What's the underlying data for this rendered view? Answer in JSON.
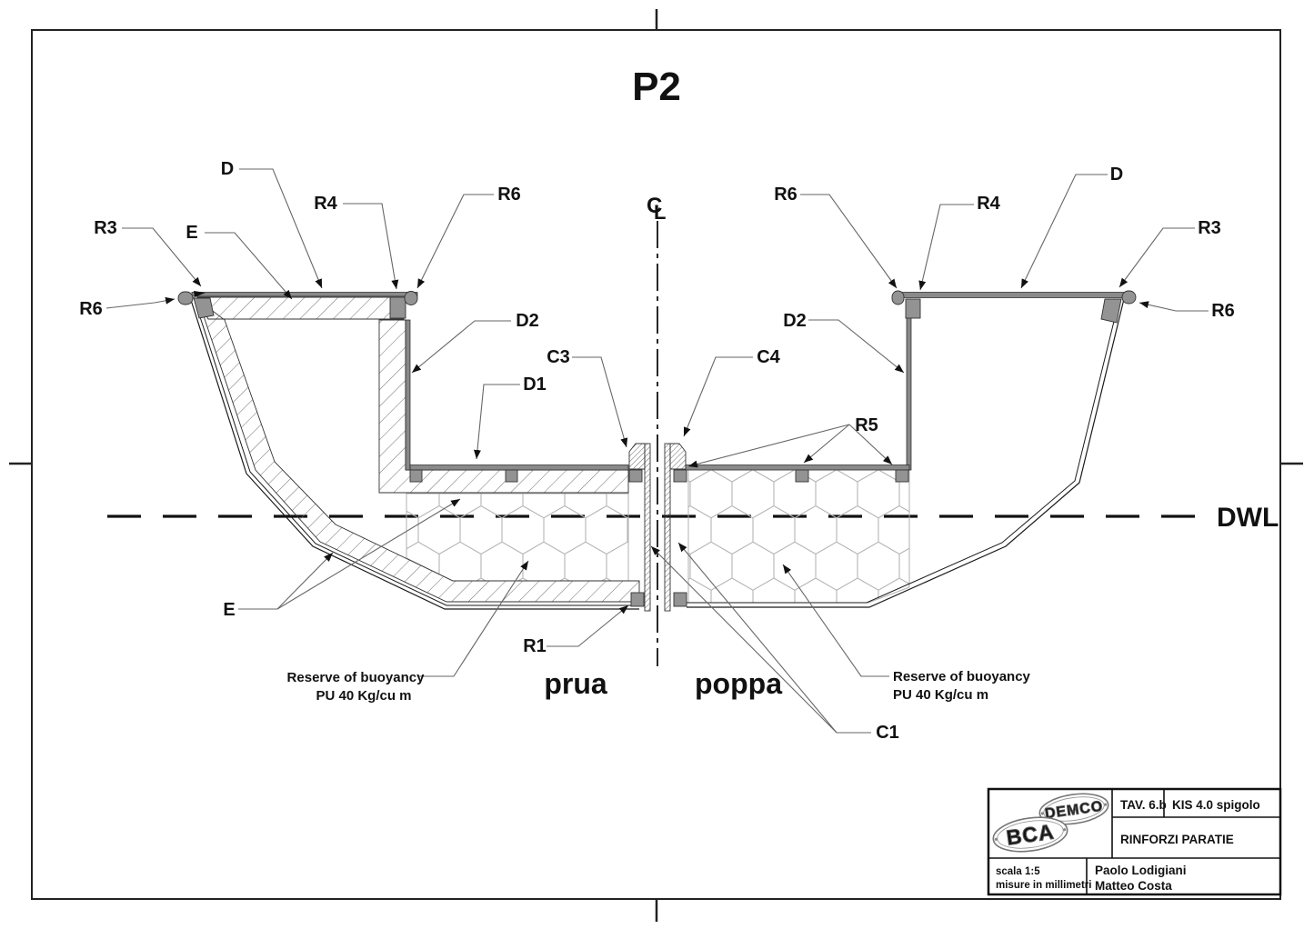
{
  "page": {
    "title": "P2"
  },
  "drawing": {
    "waterline_label": "DWL",
    "centerline": {
      "c": "C",
      "l": "L"
    },
    "left_section_label": "prua",
    "right_section_label": "poppa",
    "buoyancy_note_left": {
      "line1": "Reserve of buoyancy",
      "line2": "PU 40 Kg/cu m"
    },
    "buoyancy_note_right": {
      "line1": "Reserve of buoyancy",
      "line2": "PU 40 Kg/cu m"
    },
    "callouts": {
      "d_left": "D",
      "r4_left": "R4",
      "r6_top_left": "R6",
      "r3_left": "R3",
      "e_top": "E",
      "r6_far_left": "R6",
      "d2_left": "D2",
      "d1": "D1",
      "c3": "C3",
      "c4": "C4",
      "r5": "R5",
      "e_bottom": "E",
      "r1": "R1",
      "c1": "C1",
      "r6_top_right": "R6",
      "r4_right": "R4",
      "d_right": "D",
      "r3_right": "R3",
      "r6_far_right": "R6",
      "d2_right": "D2"
    }
  },
  "title_block": {
    "tav": "TAV. 6.b",
    "kit": "KIS 4.0 spigolo",
    "drawing_title": "RINFORZI PARATIE",
    "scale": "scala 1:5",
    "units": "misure in millimetri",
    "author1": "Paolo Lodigiani",
    "author2": "Matteo Costa",
    "logo_top": "DEMCO",
    "logo_bottom": "BCA"
  }
}
